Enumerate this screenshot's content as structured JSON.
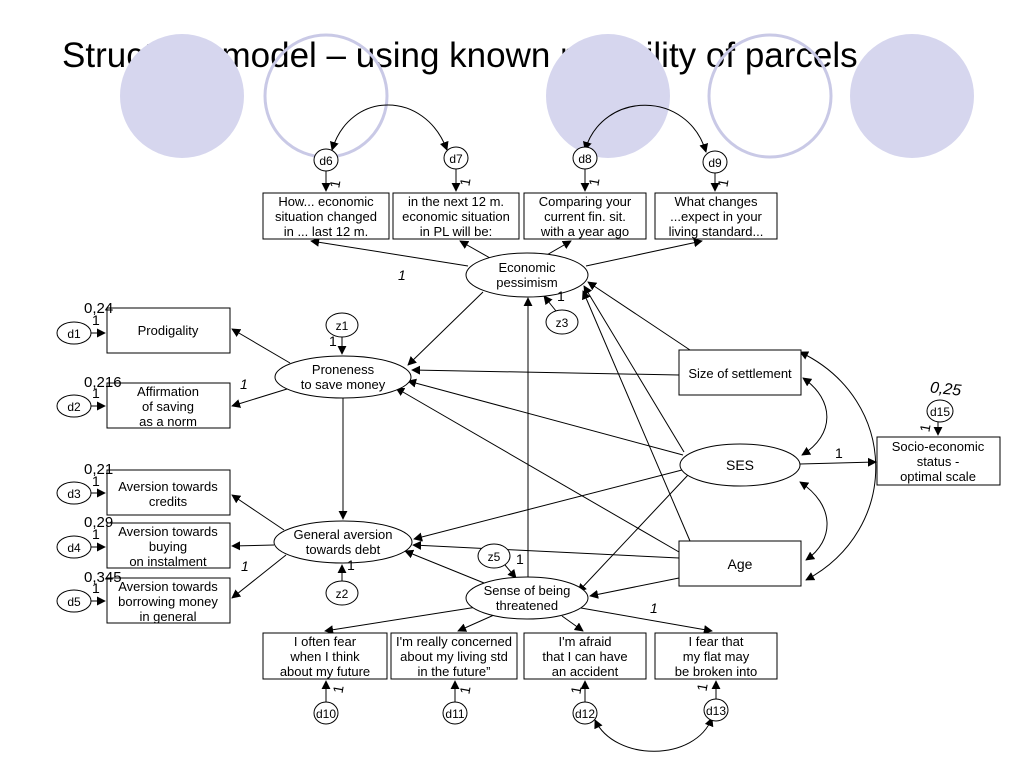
{
  "title": "Structural model – using known reliability of parcels",
  "decor_colors": {
    "filled": "#d6d6ee",
    "ring": "#c9c9e6"
  },
  "observed": {
    "how_econ": [
      "How... economic",
      "situation changed",
      "in ... last 12 m."
    ],
    "next_12": [
      "in the next 12 m.",
      "economic situation",
      "in PL will be:"
    ],
    "comparing": [
      "Comparing your",
      "current fin. sit.",
      "with a year ago"
    ],
    "what_changes": [
      "What changes",
      "...expect in your",
      "living standard..."
    ],
    "prodigality": [
      "Prodigality"
    ],
    "affirmation": [
      "Affirmation",
      "of saving",
      "as a norm"
    ],
    "aversion_credits": [
      "Aversion towards",
      "credits"
    ],
    "aversion_buying": [
      "Aversion towards",
      "buying",
      "on instalment"
    ],
    "aversion_borrowing": [
      "Aversion towards",
      "borrowing money",
      "in general"
    ],
    "size_settlement": [
      "Size of settlement"
    ],
    "age": [
      "Age"
    ],
    "ses_scale": [
      "Socio-economic",
      "status -",
      "optimal scale"
    ],
    "fear_future": [
      "I often fear",
      "when I think",
      "about my future"
    ],
    "concerned": [
      "I'm really concerned",
      "about my living std",
      "in the future”"
    ],
    "afraid_accident": [
      "I'm afraid",
      "that I can have",
      "an accident"
    ],
    "fear_flat": [
      "I fear that",
      "my flat may",
      "be broken into"
    ]
  },
  "latent": {
    "econ_pessimism": [
      "Economic",
      "pessimism"
    ],
    "proneness": [
      "Proneness",
      "to save money"
    ],
    "general_aversion": [
      "General aversion",
      "towards debt"
    ],
    "ses": [
      "SES"
    ],
    "sense_threat": [
      "Sense of being",
      "threatened"
    ]
  },
  "errors": {
    "d1": "d1",
    "d2": "d2",
    "d3": "d3",
    "d4": "d4",
    "d5": "d5",
    "d6": "d6",
    "d7": "d7",
    "d8": "d8",
    "d9": "d9",
    "d10": "d10",
    "d11": "d11",
    "d12": "d12",
    "d13": "d13",
    "d15": "d15",
    "z1": "z1",
    "z2": "z2",
    "z3": "z3",
    "z5": "z5"
  },
  "variances": {
    "d1": "0,24",
    "d2": "0,216",
    "d3": "0,21",
    "d4": "0,29",
    "d5": "0,345",
    "d15": "0,25"
  },
  "one": "1"
}
